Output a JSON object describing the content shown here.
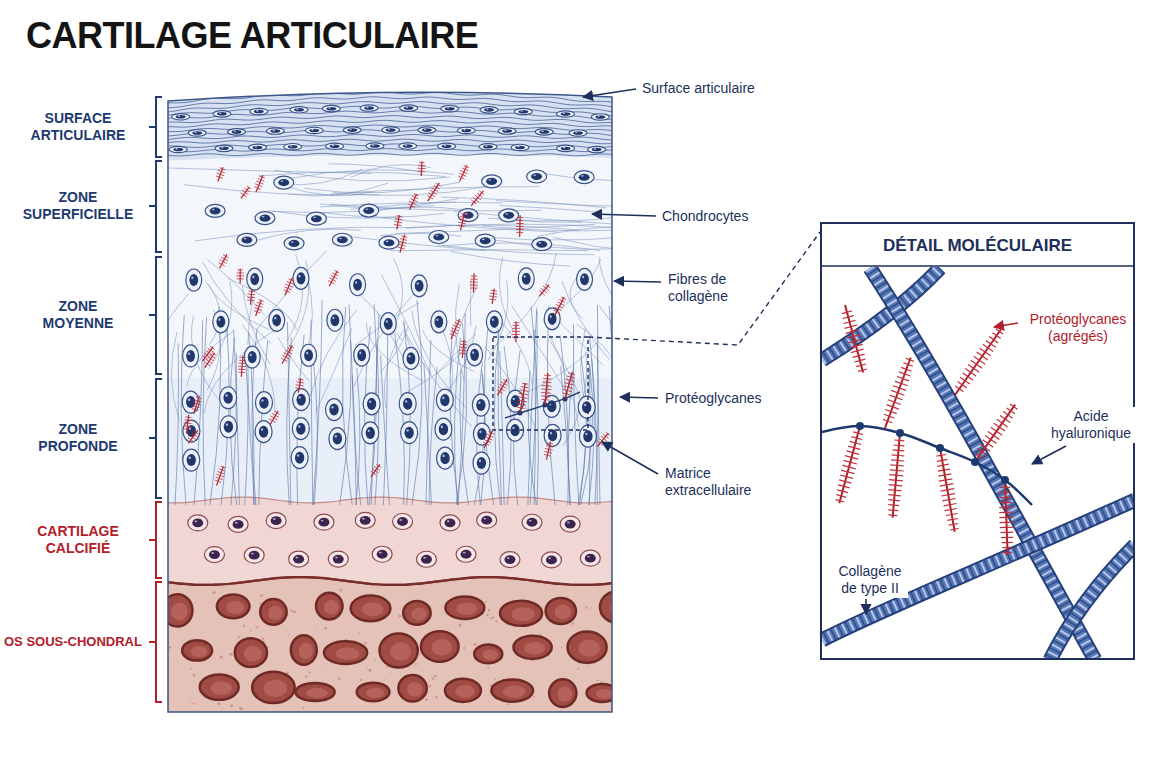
{
  "diagram": {
    "title": "CARTILAGE ARTICULAIRE",
    "nodes": [
      {
        "text": [
          "DÉTAIL MOLÉCULAIRE",
          "Protéoglycanes (agrégés)",
          "Acide hyaluronique",
          "Collagène de type II"
        ]
      }
    ],
    "labels": [
      "SURFACE ARTICULAIRE",
      "ZONE SUPERFICIELLE",
      "ZONE MOYENNE",
      "ZONE PROFONDE",
      "CARTILAGE CALCIFIÉ",
      "OS SOUS-CHONDRAL",
      "Surface articulaire",
      "Chondrocytes",
      "Fibres de collagène",
      "Protéoglycanes",
      "Matrice extracellulaire"
    ]
  }
}
